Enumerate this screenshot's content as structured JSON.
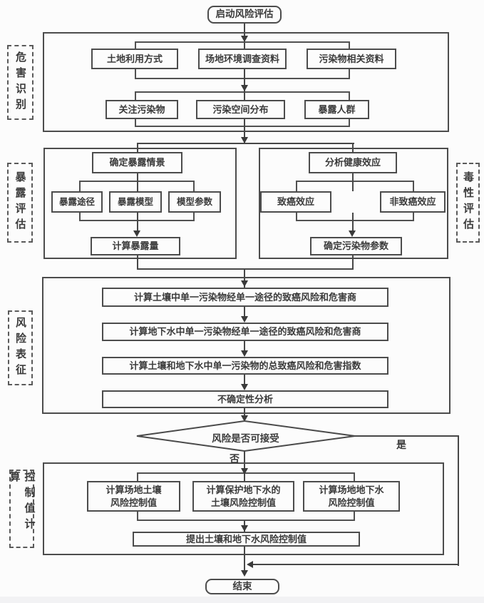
{
  "start_label": "启动风险评估",
  "hazard": {
    "label": "危害识别",
    "row1": [
      "土地利用方式",
      "场地环境调查资料",
      "污染物相关资料"
    ],
    "row2": [
      "关注污染物",
      "污染空间分布",
      "暴露人群"
    ]
  },
  "exposure": {
    "label": "暴露评估",
    "top": "确定暴露情景",
    "items": [
      "暴露途径",
      "暴露模型",
      "模型参数"
    ],
    "bottom": "计算暴露量"
  },
  "toxicity": {
    "label": "毒性评估",
    "top": "分析健康效应",
    "items": [
      "致癌效应",
      "非致癌效应"
    ],
    "bottom": "确定污染物参数"
  },
  "characterization": {
    "label": "风险表征",
    "rows": [
      "计算土壤中单一污染物经单一途径的致癌风险和危害商",
      "计算地下水中单一污染物经单一途径的致癌风险和危害商",
      "计算土壤和地下水中单一污染物的总致癌风险和危害指数",
      "不确定性分析"
    ]
  },
  "decision": {
    "question": "风险是否可接受",
    "yes_label": "是",
    "no_label": "否"
  },
  "control": {
    "label": "控制值计算",
    "boxes": [
      "计算场地土壤\n风险控制值",
      "计算保护地下水的\n土壤风险控制值",
      "计算场地地下水\n风险控制值"
    ],
    "bottom": "提出土壤和地下水风险控制值"
  },
  "end_label": "结束",
  "colors": {
    "line": "#474747",
    "text": "#3b3b3b",
    "background": "#fcfcfc",
    "footer_strip": "#f2f2f4"
  }
}
